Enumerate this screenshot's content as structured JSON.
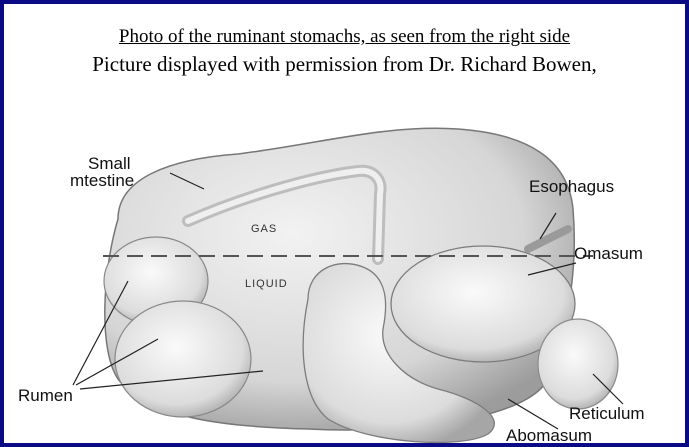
{
  "caption": {
    "line1": "Photo of the ruminant stomachs, as seen from the right side",
    "line2": "Picture displayed with permission from Dr. Richard Bowen,"
  },
  "diagram": {
    "labels": {
      "small_intestine_1": "Small",
      "small_intestine_2": "mtestine",
      "gas": "GAS",
      "liquid": "LIQUID",
      "esophagus": "Esophagus",
      "omasum": "Omasum",
      "rumen": "Rumen",
      "reticulum": "Reticulum",
      "abomasum": "Abomasum"
    }
  }
}
